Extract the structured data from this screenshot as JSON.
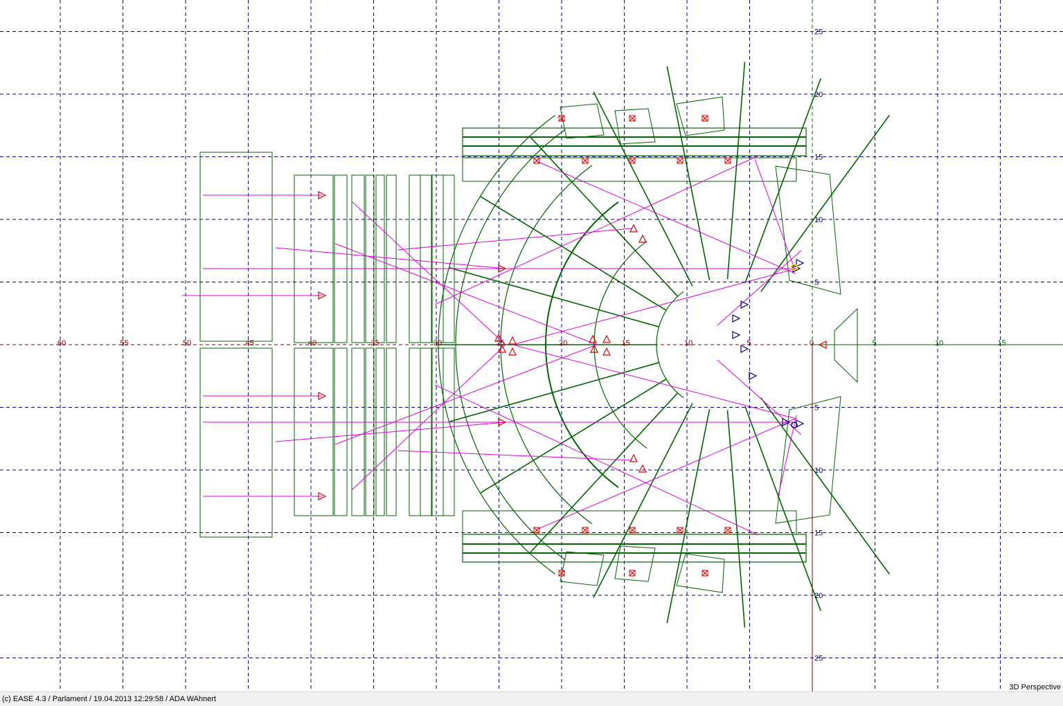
{
  "app": {
    "caption": "(c) EASE 4.3  / Parlament  / 19.04.2013 12:29:58 / ADA WAhnert"
  },
  "view": {
    "mode_label": "3D Perspective"
  },
  "colors": {
    "background": "#ffffff",
    "grid": "#00007f",
    "axis_x": "#7f0000",
    "axis_y": "#006400",
    "room_faces": "#006400",
    "rays": "#e000e0",
    "sources": "#e00000",
    "listeners": "#00007f",
    "highlight": "#e0e000"
  },
  "axes": {
    "x_labels": [
      "60",
      "55",
      "50",
      "45",
      "40",
      "35",
      "30",
      "25",
      "20",
      "15",
      "10",
      "5",
      "0",
      "5",
      "10",
      "15"
    ],
    "y_labels_upper": [
      "25",
      "20",
      "15",
      "10",
      "5"
    ],
    "y_labels_lower": [
      "5",
      "10",
      "15",
      "20",
      "25"
    ]
  },
  "scene": {
    "rear_blocks": 2,
    "seat_rows": 8,
    "source_markers": 18,
    "listener_markers": 9,
    "ray_count": 24
  }
}
